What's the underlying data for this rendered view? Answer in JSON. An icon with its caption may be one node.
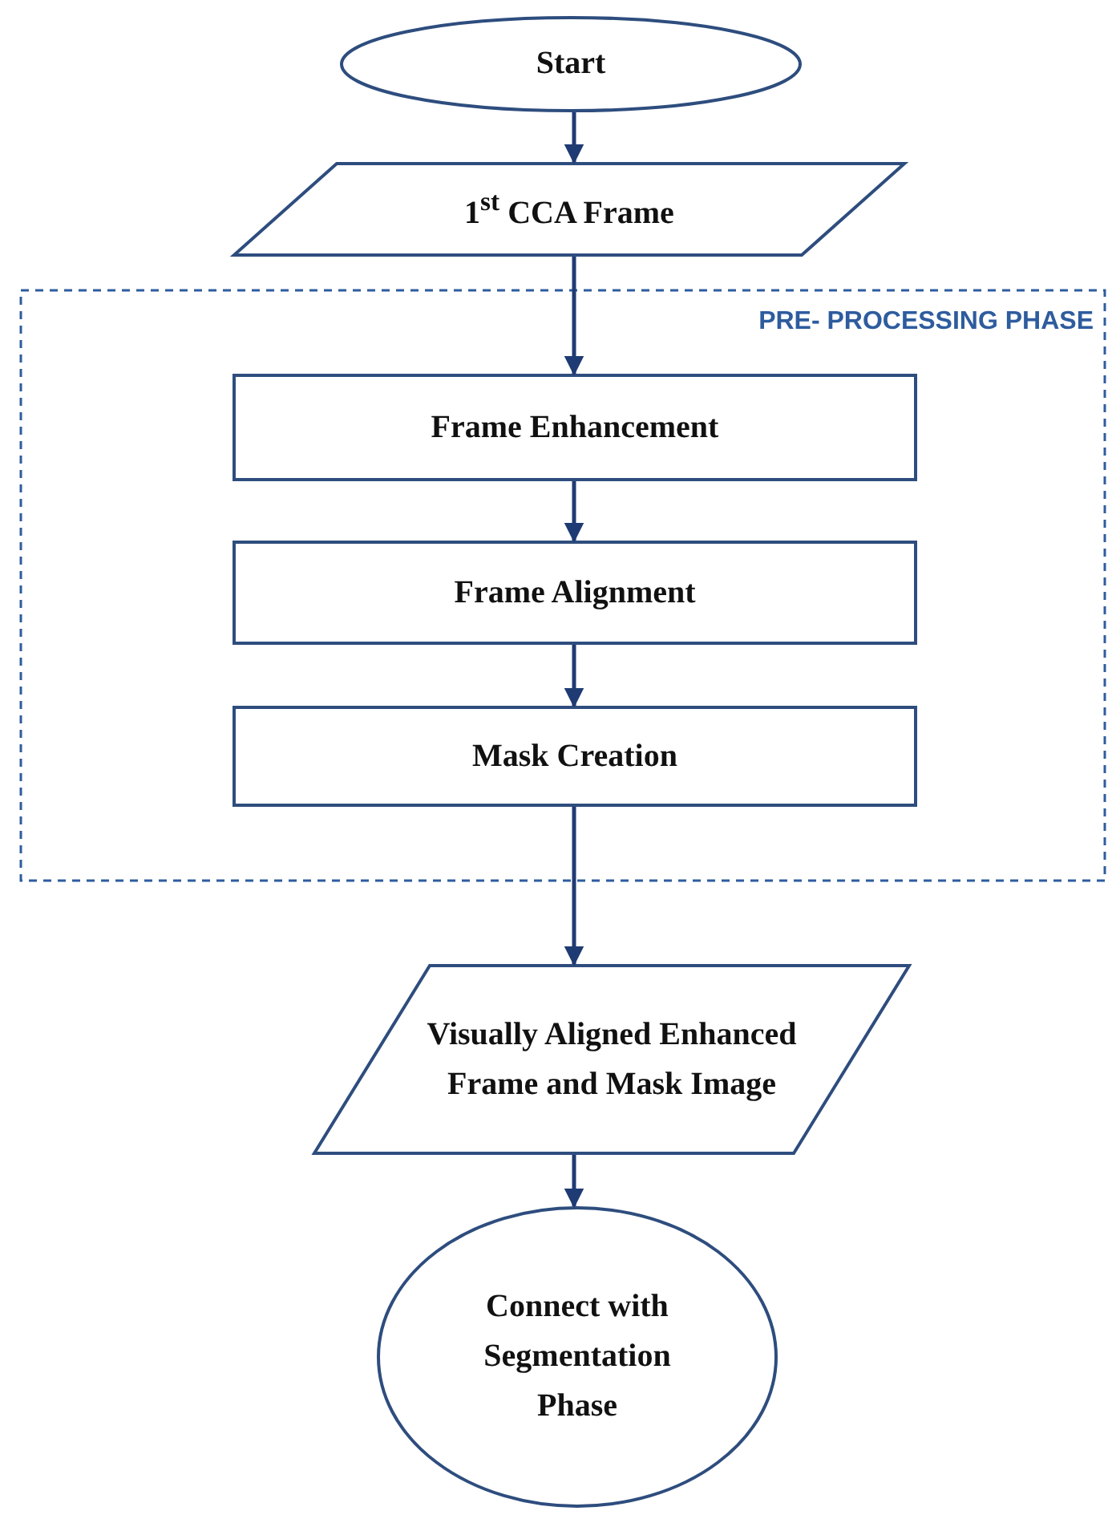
{
  "diagram": {
    "nodes": [
      {
        "text": [
          "Start"
        ]
      },
      {
        "text": [
          "1$^{st}$ CCA Frame"
        ]
      },
      {
        "text": [
          "PRE- PROCESSING PHASE"
        ]
      },
      {
        "text": [
          "Frame Enhancement"
        ],
        "in": 2
      },
      {
        "text": [
          "Frame Alignment"
        ],
        "in": 2
      },
      {
        "text": [
          "Mask Creation"
        ],
        "in": 2
      },
      {
        "text": [
          "Visually Aligned Enhanced Frame and Mask Image"
        ]
      },
      {
        "text": [
          "Connect with Segmentation Phase"
        ]
      }
    ],
    "edges": [
      {
        "from": 0,
        "to": 1,
        "arrow": "to"
      },
      {
        "from": 1,
        "to": 3,
        "arrow": "to"
      },
      {
        "from": 3,
        "to": 4,
        "arrow": "to"
      },
      {
        "from": 4,
        "to": 5,
        "arrow": "to"
      },
      {
        "from": 5,
        "to": 6,
        "arrow": "to"
      },
      {
        "from": 6,
        "to": 7,
        "arrow": "to"
      }
    ]
  }
}
